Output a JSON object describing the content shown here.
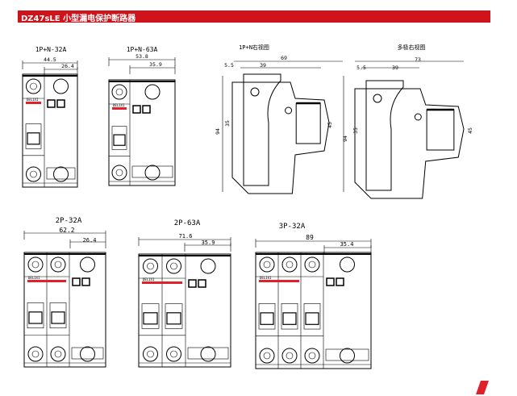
{
  "header": {
    "title": "DZ47sLE 小型漏电保护断路器"
  },
  "brand_logo_text": "DELIXI",
  "drawings": {
    "d1": {
      "title": "1P+N-32A",
      "overall": "44.5",
      "partial": "26.4"
    },
    "d2": {
      "title": "1P+N-63A",
      "overall": "53.8",
      "partial": "35.9"
    },
    "s1": {
      "title": "1P+N右视图",
      "offset": "5.5",
      "depth_front": "39",
      "depth": "69",
      "height": "94",
      "mid": "35",
      "right": "45"
    },
    "s2": {
      "title": "多极右视图",
      "offset": "5.5",
      "depth_front": "39",
      "depth": "73",
      "height": "94",
      "mid": "35",
      "right": "45"
    },
    "d3": {
      "title": "2P-32A",
      "overall": "62.2",
      "partial": "26.4"
    },
    "d4": {
      "title": "2P-63A",
      "overall": "71.6",
      "partial": "35.9"
    },
    "d5": {
      "title": "3P-32A",
      "overall": "89",
      "partial": "35.4"
    }
  },
  "colors": {
    "header": "#d0121b",
    "accent": "#e0202a"
  }
}
